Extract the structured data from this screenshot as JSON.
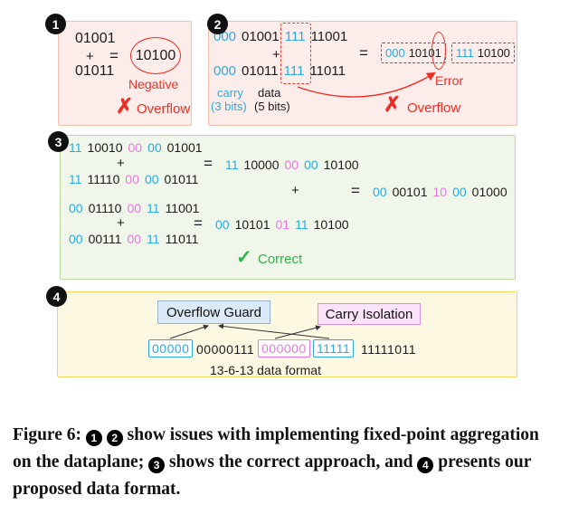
{
  "panel1": {
    "badge": "1",
    "op1": "01001",
    "plus": "+",
    "op2": "01011",
    "equals": "=",
    "result": "10100",
    "negative_label": "Negative",
    "cross": "✗",
    "overflow_label": "Overflow"
  },
  "panel2": {
    "badge": "2",
    "line1": [
      {
        "t": "000",
        "c": "b"
      },
      {
        "t": "01001",
        "c": "k"
      },
      {
        "t": "111",
        "c": "b"
      },
      {
        "t": "11001",
        "c": "k"
      }
    ],
    "plus": "+",
    "line2": [
      {
        "t": "000",
        "c": "b"
      },
      {
        "t": "01011",
        "c": "k"
      },
      {
        "t": "111",
        "c": "b"
      },
      {
        "t": "11011",
        "c": "k"
      }
    ],
    "equals": "=",
    "result_box1": [
      {
        "t": "000",
        "c": "b"
      },
      {
        "t": "10101",
        "c": "k"
      }
    ],
    "result_box2": [
      {
        "t": "111",
        "c": "b"
      },
      {
        "t": "10100",
        "c": "k"
      }
    ],
    "carry_label": "carry",
    "carry_bits": "(3 bits)",
    "data_label": "data",
    "data_bits": "(5 bits)",
    "error_label": "Error",
    "cross": "✗",
    "overflow_label": "Overflow"
  },
  "panel3": {
    "badge": "3",
    "row1": [
      {
        "t": "11",
        "c": "b"
      },
      {
        "t": "10010",
        "c": "k"
      },
      {
        "t": "00",
        "c": "m"
      },
      {
        "t": "00",
        "c": "b"
      },
      {
        "t": "01001",
        "c": "k"
      }
    ],
    "row2": [
      {
        "t": "11",
        "c": "b"
      },
      {
        "t": "11110",
        "c": "k"
      },
      {
        "t": "00",
        "c": "m"
      },
      {
        "t": "00",
        "c": "b"
      },
      {
        "t": "01011",
        "c": "k"
      }
    ],
    "row3": [
      {
        "t": "00",
        "c": "b"
      },
      {
        "t": "01110",
        "c": "k"
      },
      {
        "t": "00",
        "c": "m"
      },
      {
        "t": "11",
        "c": "b"
      },
      {
        "t": "11001",
        "c": "k"
      }
    ],
    "row4": [
      {
        "t": "00",
        "c": "b"
      },
      {
        "t": "00111",
        "c": "k"
      },
      {
        "t": "00",
        "c": "m"
      },
      {
        "t": "11",
        "c": "b"
      },
      {
        "t": "11011",
        "c": "k"
      }
    ],
    "result1": [
      {
        "t": "11",
        "c": "b"
      },
      {
        "t": "10000",
        "c": "k"
      },
      {
        "t": "00",
        "c": "m"
      },
      {
        "t": "00",
        "c": "b"
      },
      {
        "t": "10100",
        "c": "k"
      }
    ],
    "result2": [
      {
        "t": "00",
        "c": "b"
      },
      {
        "t": "00101",
        "c": "k"
      },
      {
        "t": "10",
        "c": "m"
      },
      {
        "t": "00",
        "c": "b"
      },
      {
        "t": "01000",
        "c": "k"
      }
    ],
    "result3": [
      {
        "t": "00",
        "c": "b"
      },
      {
        "t": "10101",
        "c": "k"
      },
      {
        "t": "01",
        "c": "m"
      },
      {
        "t": "11",
        "c": "b"
      },
      {
        "t": "10100",
        "c": "k"
      }
    ],
    "plus": "+",
    "equals": "=",
    "check": "✓",
    "correct_label": "Correct"
  },
  "panel4": {
    "badge": "4",
    "overflow_guard_label": "Overflow Guard",
    "carry_isolation_label": "Carry Isolation",
    "field1": "00000",
    "field2": "00000111",
    "field3": "000000",
    "field4": "11111",
    "field5": "11111011",
    "format_label": "13-6-13 data format"
  },
  "caption": {
    "prefix": "Figure 6:",
    "b1": "1",
    "b2": "2",
    "b3": "3",
    "b4": "4",
    "seg1": "show issues with implementing fixed-point aggregation on the dataplane;",
    "seg2": "shows the correct approach, and",
    "seg3": "presents our proposed data format."
  },
  "colors": {
    "carry_blue": "#29abe2",
    "isolation_magenta": "#e878e0",
    "error_red": "#ee2e24",
    "correct_green": "#2eb34d"
  }
}
